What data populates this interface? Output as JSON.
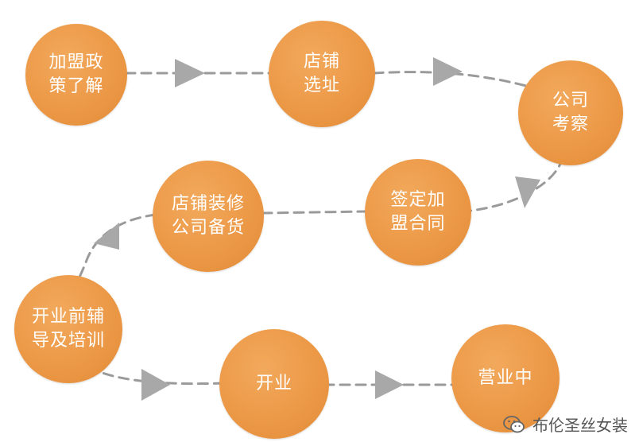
{
  "steps": [
    {
      "id": "policy",
      "label": "加盟政\n策了解"
    },
    {
      "id": "site",
      "label": "店铺\n选址"
    },
    {
      "id": "inspect",
      "label": "公司\n考察"
    },
    {
      "id": "contract",
      "label": "签定加\n盟合同"
    },
    {
      "id": "decor",
      "label": "店铺装修\n公司备货"
    },
    {
      "id": "training",
      "label": "开业前辅\n导及培训"
    },
    {
      "id": "open",
      "label": "开业"
    },
    {
      "id": "operating",
      "label": "营业中"
    }
  ],
  "watermark": {
    "text": "布伦圣丝女装",
    "icon": "wechat-icon"
  },
  "colors": {
    "circle": "#ec9947",
    "connector": "#9a9a9a",
    "arrow": "#a8a8a8",
    "text": "#ffffff"
  }
}
